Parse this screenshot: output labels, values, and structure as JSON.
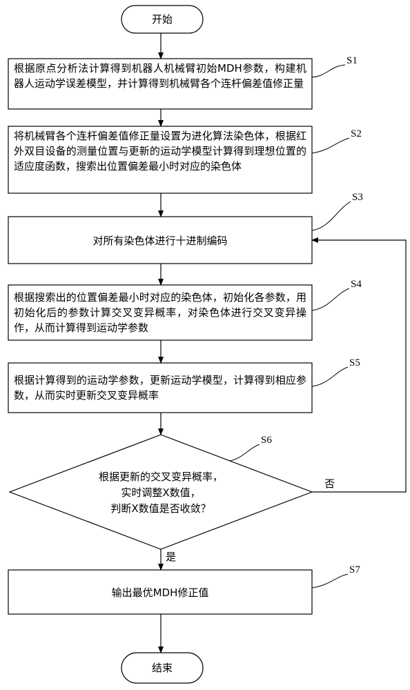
{
  "start": "开始",
  "end": "结束",
  "steps": [
    {
      "id": "S1",
      "text": "根据原点分析法计算得到机器人机械臂初始MDH参数，构建机器人运动学误差模型，并计算得到机械臂各个连杆偏差值修正量"
    },
    {
      "id": "S2",
      "text": "将机械臂各个连杆偏差值修正量设置为进化算法染色体，根据红外双目设备的测量位置与更新的运动学模型计算得到理想位置的适应度函数，搜索出位置偏差最小时对应的染色体"
    },
    {
      "id": "S3",
      "text": "对所有染色体进行十进制编码"
    },
    {
      "id": "S4",
      "text": "根据搜索出的位置偏差最小时对应的染色体，初始化各参数，用初始化后的参数计算交叉变异概率，对染色体进行交叉变异操作，从而计算得到运动学参数"
    },
    {
      "id": "S5",
      "text": "根据计算得到的运动学参数，更新运动学模型，计算得到相应参数，从而实时更新交叉变异概率"
    }
  ],
  "decision": {
    "id": "S6",
    "line1": "根据更新的交叉变异概率，",
    "line2": "实时调整X数值，",
    "line3": "判断X数值是否收敛？"
  },
  "yes_label": "是",
  "no_label": "否",
  "final_step": {
    "id": "S7",
    "text": "输出最优MDH修正值"
  }
}
